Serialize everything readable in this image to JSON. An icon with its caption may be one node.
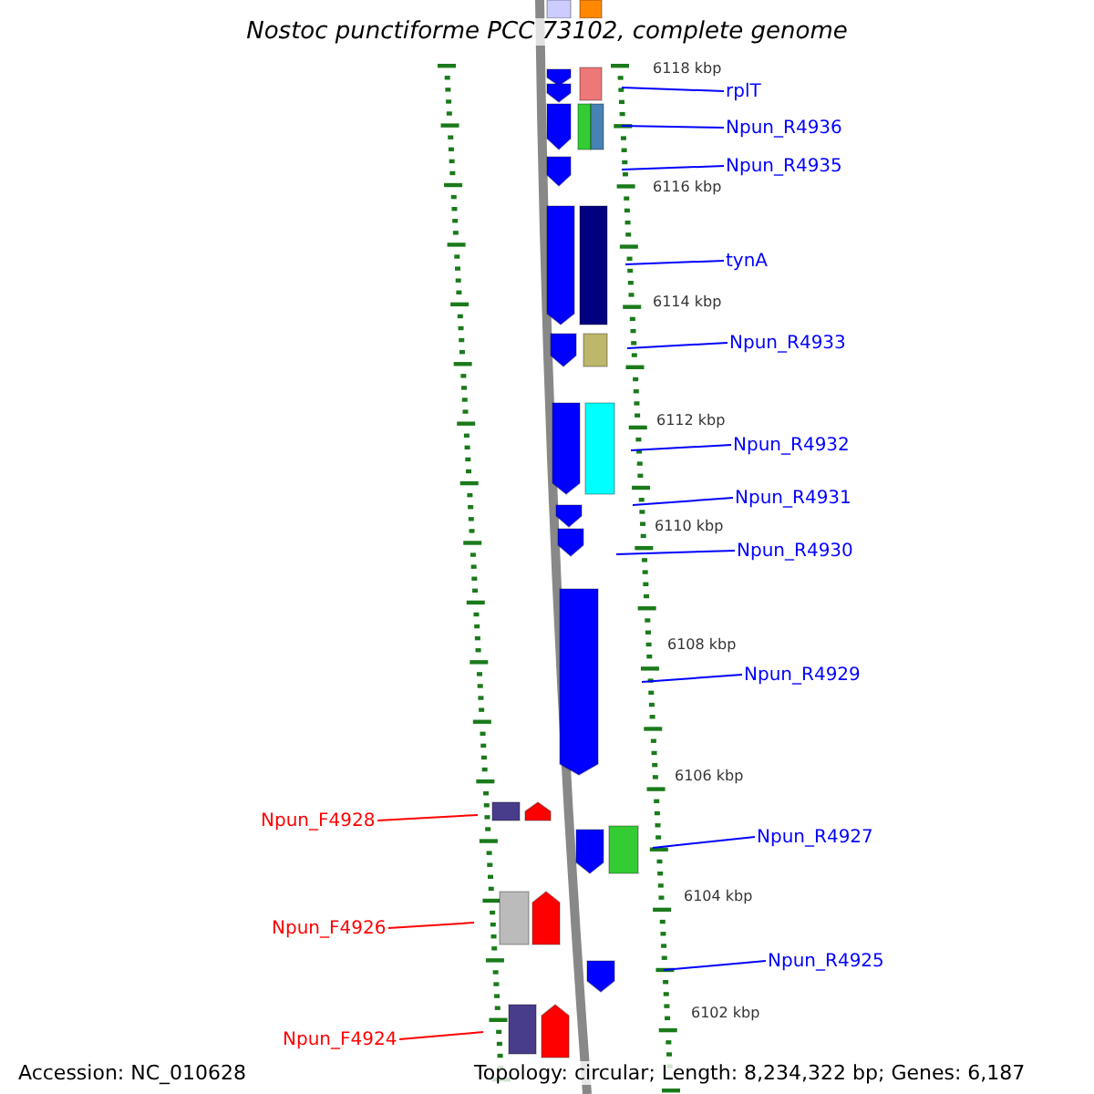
{
  "diagram": {
    "title": "Nostoc punctiforme PCC 73102, complete genome",
    "nodes": [
      {
        "text": [
          "rplT"
        ]
      },
      {
        "text": [
          "Npun_R4936"
        ]
      },
      {
        "text": [
          "Npun_R4935"
        ]
      },
      {
        "text": [
          "tynA"
        ]
      },
      {
        "text": [
          "Npun_R4933"
        ]
      },
      {
        "text": [
          "Npun_R4932"
        ]
      },
      {
        "text": [
          "Npun_R4931"
        ]
      },
      {
        "text": [
          "Npun_R4930"
        ]
      },
      {
        "text": [
          "Npun_R4929"
        ]
      },
      {
        "text": [
          "Npun_F4928"
        ]
      },
      {
        "text": [
          "Npun_R4927"
        ]
      },
      {
        "text": [
          "Npun_F4926"
        ]
      },
      {
        "text": [
          "Npun_R4925"
        ]
      },
      {
        "text": [
          "Npun_F4924"
        ]
      }
    ],
    "edges": [
      {
        "from": 0,
        "to": null,
        "arrow": "none"
      },
      {
        "from": 1,
        "to": null,
        "arrow": "none"
      },
      {
        "from": 2,
        "to": null,
        "arrow": "none"
      },
      {
        "from": 3,
        "to": null,
        "arrow": "none"
      },
      {
        "from": 4,
        "to": null,
        "arrow": "none"
      },
      {
        "from": 5,
        "to": null,
        "arrow": "none"
      },
      {
        "from": 6,
        "to": null,
        "arrow": "none"
      },
      {
        "from": 7,
        "to": null,
        "arrow": "none"
      },
      {
        "from": 8,
        "to": null,
        "arrow": "none"
      },
      {
        "from": 9,
        "to": null,
        "arrow": "none",
        "color": "#ff0000"
      },
      {
        "from": 10,
        "to": null,
        "arrow": "none"
      },
      {
        "from": 11,
        "to": null,
        "arrow": "none",
        "color": "#ff0000"
      },
      {
        "from": 12,
        "to": null,
        "arrow": "none"
      },
      {
        "from": 13,
        "to": null,
        "arrow": "none",
        "color": "#ff0000"
      }
    ],
    "labels": [
      "6118 kbp",
      "6116 kbp",
      "6114 kbp",
      "6112 kbp",
      "6110 kbp",
      "6108 kbp",
      "6106 kbp",
      "6104 kbp",
      "6102 kbp",
      "Accession: NC_010628",
      "Topology: circular; Length: 8,234,322 bp; Genes: 6,187"
    ]
  }
}
